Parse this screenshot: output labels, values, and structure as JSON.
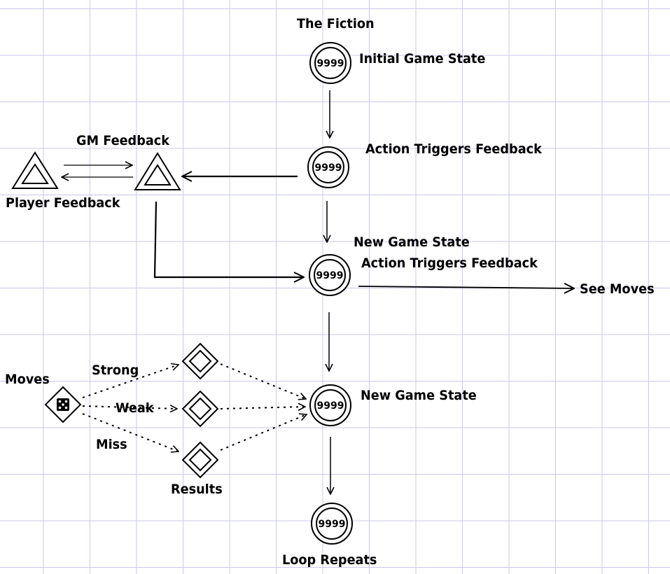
{
  "labels": {
    "the_fiction": "The Fiction",
    "initial_game_state": "Initial Game State",
    "action_triggers_feedback_1": "Action Triggers Feedback",
    "gm_feedback": "GM Feedback",
    "player_feedback": "Player Feedback",
    "new_game_state_1": "New Game State",
    "action_triggers_feedback_2": "Action Triggers Feedback",
    "see_moves": "See Moves",
    "moves": "Moves",
    "strong": "Strong",
    "weak": "Weak",
    "miss": "Miss",
    "results": "Results",
    "new_game_state_2": "New Game State",
    "loop_repeats": "Loop Repeats"
  },
  "nodes": {
    "pool_value": "9999"
  }
}
